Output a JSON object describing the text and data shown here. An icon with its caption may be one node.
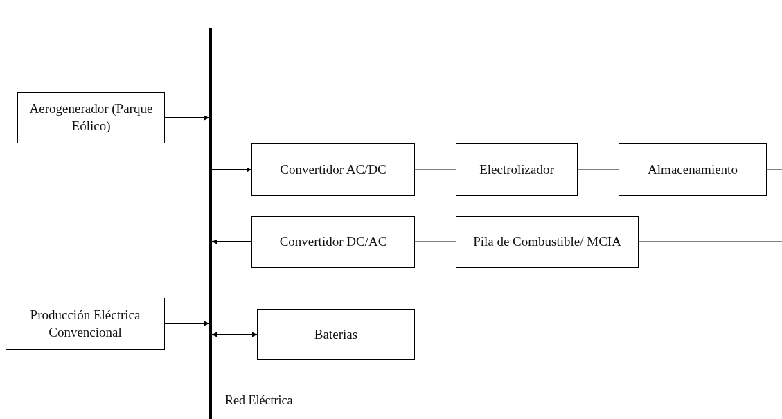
{
  "diagram": {
    "nodes": [
      {
        "text": [
          "Red Eléctrica"
        ]
      },
      {
        "text": [
          "Aerogenerador (Parque Eólico)"
        ]
      },
      {
        "text": [
          "Convertidor AC/DC"
        ]
      },
      {
        "text": [
          "Electrolizador"
        ]
      },
      {
        "text": [
          "Almacenamiento"
        ]
      },
      {
        "text": [
          "Convertidor DC/AC"
        ]
      },
      {
        "text": [
          "Pila de Combustible/ MCIA"
        ]
      },
      {
        "text": [
          "Producción Eléctrica Convencional"
        ]
      },
      {
        "text": [
          "Baterías"
        ]
      }
    ],
    "edges": [
      {
        "from": 1,
        "to": 0,
        "arrow": "to"
      },
      {
        "from": 0,
        "to": 2,
        "arrow": "to"
      },
      {
        "from": 2,
        "to": 3,
        "arrow": "none"
      },
      {
        "from": 3,
        "to": 4,
        "arrow": "none"
      },
      {
        "from": 4,
        "to": null,
        "arrow": "none"
      },
      {
        "from": 5,
        "to": 0,
        "arrow": "to"
      },
      {
        "from": 6,
        "to": 5,
        "arrow": "none"
      },
      {
        "from": 6,
        "to": null,
        "arrow": "none"
      },
      {
        "from": 7,
        "to": 0,
        "arrow": "to"
      },
      {
        "from": 0,
        "to": 8,
        "arrow": "both"
      }
    ]
  }
}
